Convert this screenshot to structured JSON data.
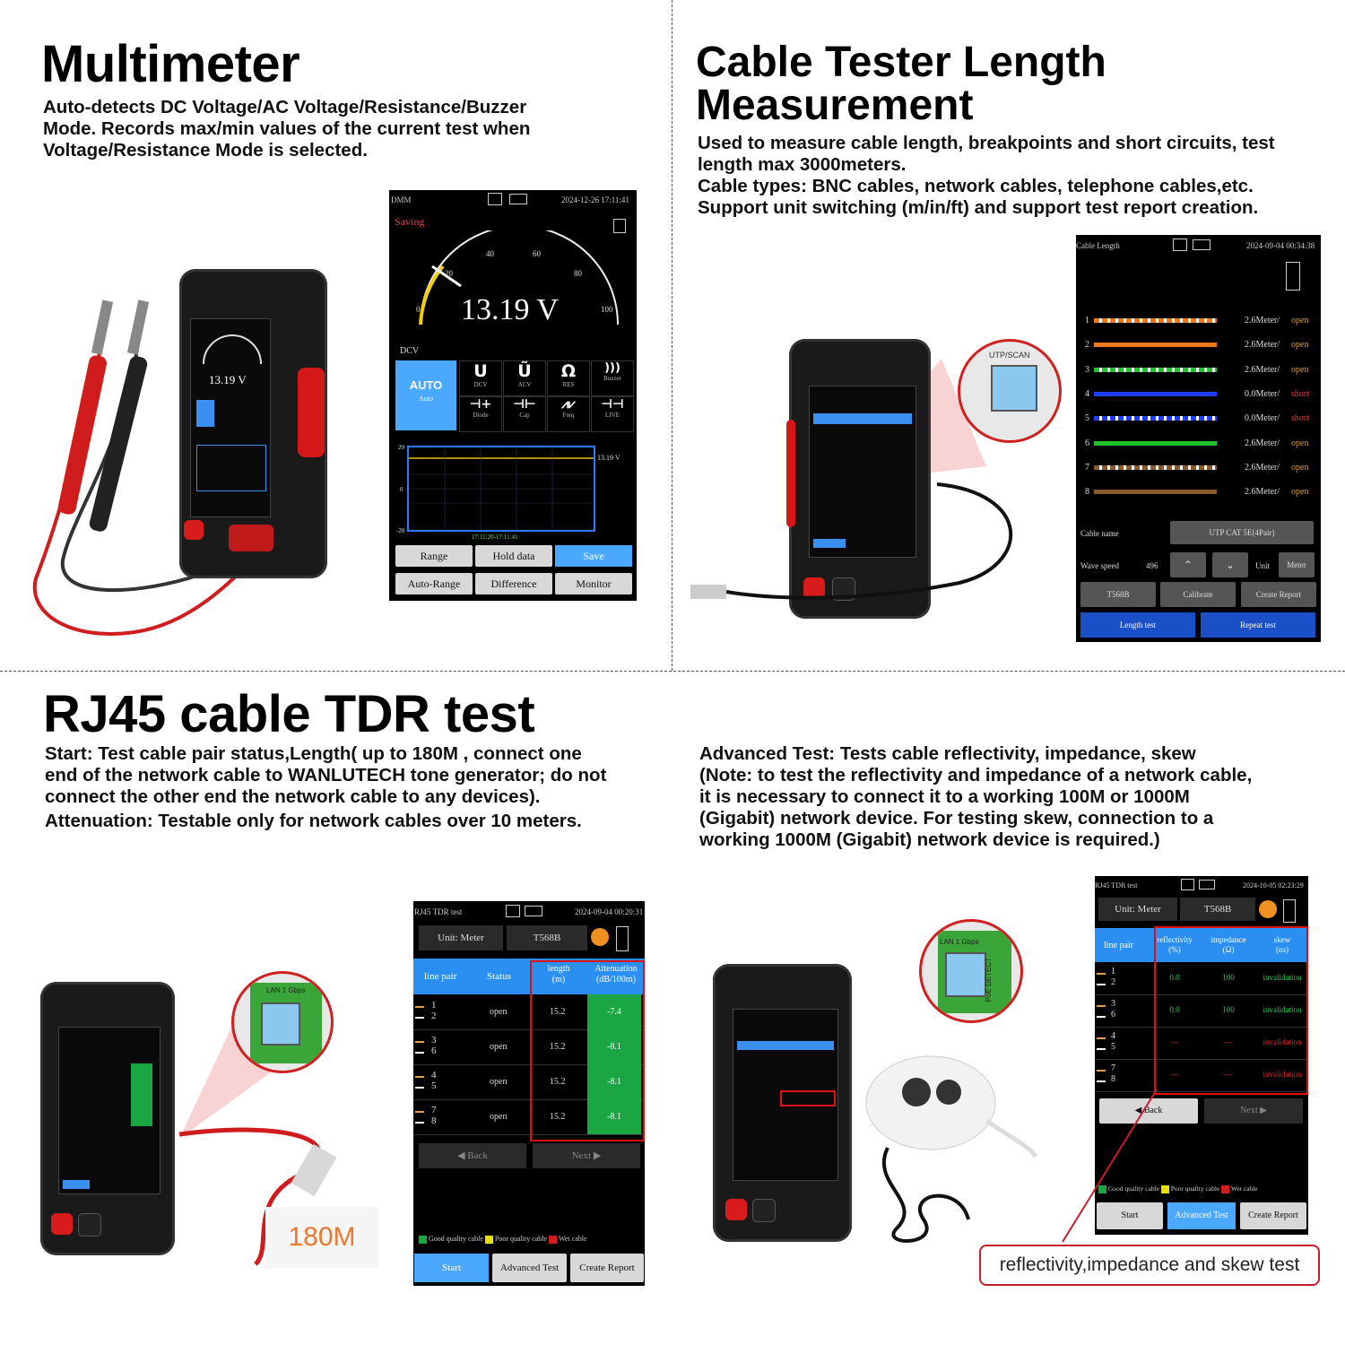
{
  "multimeter": {
    "title": "Multimeter",
    "desc": [
      "Auto-detects DC Voltage/AC Voltage/Resistance/Buzzer",
      "Mode. Records max/min values of the current test when",
      "Voltage/Resistance Mode is selected."
    ],
    "screen": {
      "app": "DMM",
      "datetime": "2024-12-26 17:11:41",
      "status": "Saving",
      "reading": "13.19 V",
      "gauge_ticks": [
        "0",
        "20",
        "40",
        "60",
        "80",
        "100"
      ],
      "mode_label": "DCV",
      "modes": [
        {
          "icon": "AUTO",
          "label": "Auto"
        },
        {
          "icon": "U",
          "label": "DCV"
        },
        {
          "icon": "Ũ",
          "label": "ACV"
        },
        {
          "icon": "Ω",
          "label": "RES"
        },
        {
          "icon": ")))",
          "label": "Buzzer"
        },
        {
          "icon": "⊣+",
          "label": "Diode"
        },
        {
          "icon": "⊣⊢",
          "label": "Cap"
        },
        {
          "icon": "⩘⩗",
          "label": "Freq"
        },
        {
          "icon": "⊣⊣",
          "label": "LIVE"
        }
      ],
      "graph_y": [
        "20",
        "0",
        "-20"
      ],
      "graph_value": "13.19 V",
      "graph_time": "17:11:20-17:11:41",
      "buttons": [
        "Range",
        "Hold data",
        "Save",
        "Auto-Range",
        "Difference",
        "Monitor"
      ]
    },
    "device_reading": "13.19 V"
  },
  "cable_length": {
    "title": [
      "Cable Tester Length",
      "Measurement"
    ],
    "desc": [
      "Used to measure cable length, breakpoints and short circuits, test",
      "length max 3000meters.",
      "Cable types: BNC cables, network cables, telephone cables,etc.",
      "Support unit switching (m/in/ft) and support test report creation."
    ],
    "screen": {
      "app": "Cable Length",
      "datetime": "2024-09-04 00:34:38",
      "wires": [
        {
          "n": "1",
          "value": "2.6Meter/",
          "state": "open",
          "color": "#f07a1a",
          "striped": true
        },
        {
          "n": "2",
          "value": "2.6Meter/",
          "state": "open",
          "color": "#f07a1a",
          "striped": false
        },
        {
          "n": "3",
          "value": "2.6Meter/",
          "state": "open",
          "color": "#22c22e",
          "striped": true
        },
        {
          "n": "4",
          "value": "0.0Meter/",
          "state": "short",
          "color": "#1f3dff",
          "striped": false
        },
        {
          "n": "5",
          "value": "0.0Meter/",
          "state": "short",
          "color": "#1f3dff",
          "striped": true
        },
        {
          "n": "6",
          "value": "2.6Meter/",
          "state": "open",
          "color": "#22c22e",
          "striped": false
        },
        {
          "n": "7",
          "value": "2.6Meter/",
          "state": "open",
          "color": "#8a5a2a",
          "striped": true
        },
        {
          "n": "8",
          "value": "2.6Meter/",
          "state": "open",
          "color": "#8a5a2a",
          "striped": false
        }
      ],
      "cable_name_label": "Cable name",
      "cable_name": "UTP CAT 5E(4Pair)",
      "wave_speed_label": "Wave speed",
      "wave_speed": "496",
      "unit_label": "Unit",
      "unit": "Meter",
      "buttons": [
        "T568B",
        "Calibrate",
        "Create Report"
      ],
      "bottom_buttons": [
        "Length test",
        "Repeat test"
      ]
    },
    "port_label": "UTP/SCAN"
  },
  "tdr": {
    "title": "RJ45 cable TDR test",
    "desc_left": [
      "Start: Test cable pair status,Length( up to 180M , connect one",
      "end of the network cable to WANLUTECH tone generator; do not",
      "connect the other end the network cable to any devices).",
      "Attenuation: Testable only for network cables over 10 meters."
    ],
    "desc_right": [
      "Advanced Test: Tests cable reflectivity, impedance, skew",
      "(Note: to test the reflectivity and impedance of a network cable,",
      "it is necessary to connect it to a working 100M or 1000M",
      "(Gigabit) network device. For testing skew, connection to a",
      "working 1000M (Gigabit) network device is required.)"
    ],
    "screen_left": {
      "app": "RJ45 TDR test",
      "datetime": "2024-09-04 00:20:31",
      "unit": "Unit: Meter",
      "standard": "T568B",
      "headers": [
        "line pair",
        "Status",
        "length\n(m)",
        "Attenuation\n(dB/100m)"
      ],
      "rows": [
        {
          "pair": [
            "1",
            "2"
          ],
          "status": "open",
          "length": "15.2",
          "att": "-7.4"
        },
        {
          "pair": [
            "3",
            "6"
          ],
          "status": "open",
          "length": "15.2",
          "att": "-8.1"
        },
        {
          "pair": [
            "4",
            "5"
          ],
          "status": "open",
          "length": "15.2",
          "att": "-8.1"
        },
        {
          "pair": [
            "7",
            "8"
          ],
          "status": "open",
          "length": "15.2",
          "att": "-8.1"
        }
      ],
      "nav": [
        "◀ Back",
        "Next ▶"
      ],
      "legend": [
        "Good quality cable",
        "Poor quality cable",
        "Wet cable"
      ],
      "buttons": [
        "Start",
        "Advanced Test",
        "Create Report"
      ]
    },
    "screen_right": {
      "app": "RJ45 TDR test",
      "datetime": "2024-10-05 02:23:29",
      "unit": "Unit: Meter",
      "standard": "T568B",
      "headers": [
        "line pair",
        "reflectivity\n(%)",
        "impedance\n(Ω)",
        "skew\n(ns)"
      ],
      "rows": [
        {
          "pair": [
            "1",
            "2"
          ],
          "refl": "0.0",
          "imp": "100",
          "skew": "invalidation"
        },
        {
          "pair": [
            "3",
            "6"
          ],
          "refl": "0.0",
          "imp": "100",
          "skew": "invalidation"
        },
        {
          "pair": [
            "4",
            "5"
          ],
          "refl": "---",
          "imp": "---",
          "skew": "invalidation"
        },
        {
          "pair": [
            "7",
            "8"
          ],
          "refl": "---",
          "imp": "---",
          "skew": "invalidation"
        }
      ],
      "nav": [
        "◀ Back",
        "Next ▶"
      ],
      "legend": [
        "Good quality cable",
        "Poor quality cable",
        "Wet cable"
      ],
      "buttons": [
        "Start",
        "Advanced Test",
        "Create Report"
      ]
    },
    "lan_label": "LAN  1 Gbps",
    "poe_label": "PoE DETECT",
    "length_tag": "180M",
    "callout": "reflectivity,impedance and skew test"
  }
}
